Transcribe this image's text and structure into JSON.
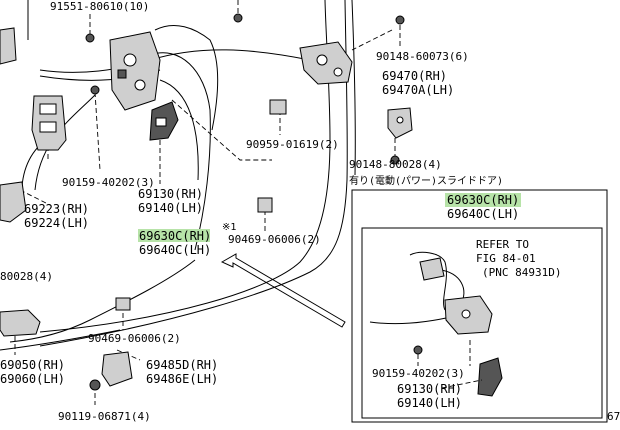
{
  "labels": {
    "p91551": "91551-80610(10)",
    "p90148a": "90148-60073(6)",
    "p69470rh": "69470(RH)",
    "p69470lh": "69470A(LH)",
    "p90959": "90959-01619(2)",
    "p90148b": "90148-80028(4)",
    "note_power": "有り(電動(パワー)スライドドア)",
    "p90159a": "90159-40202(3)",
    "p69130a": "69130(RH)",
    "p69140a": "69140(LH)",
    "p69223": "69223(RH)",
    "p69224": "69224(LH)",
    "p69630a": "69630C(RH)",
    "p69640a": "69640C(LH)",
    "note_mark": "※1",
    "p90469a": "90469-06006(2)",
    "p80028": "80028(4)",
    "p90469b": "90469-06006(2)",
    "p69050": "69050(RH)",
    "p69060": "69060(LH)",
    "p69485": "69485D(RH)",
    "p69486": "69486E(LH)",
    "p90119": "90119-06871(4)",
    "inset_69630": "69630C(RH)",
    "inset_69640": "69640C(LH)",
    "refer1": "REFER TO",
    "refer2": "FIG 84-01",
    "refer3": "(PNC 84931D)",
    "inset_90159": "90159-40202(3)",
    "inset_69130": "69130(RH)",
    "inset_69140": "69140(LH)",
    "page_frag": "67"
  },
  "colors": {
    "highlight": "#b7e3a8",
    "ink": "#000000"
  }
}
